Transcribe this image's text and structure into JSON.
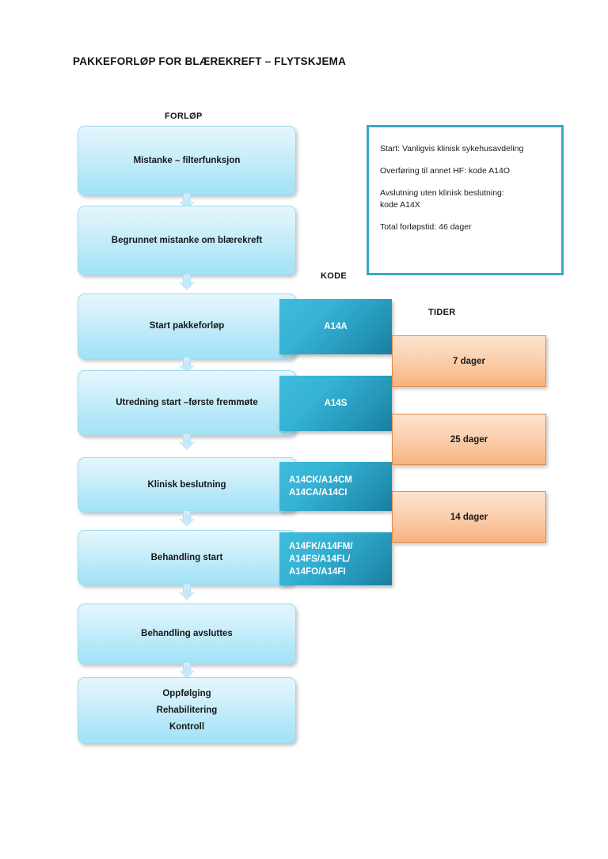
{
  "document": {
    "title": "PAKKEFORLØP FOR BLÆREKREFT – FLYTSKJEMA"
  },
  "columns": {
    "forlop_header": "FORLØP",
    "kode_header": "KODE",
    "tider_header": "TIDER"
  },
  "flow_steps": [
    {
      "label": "Mistanke – filterfunksjon"
    },
    {
      "label": "Begrunnet mistanke om blærekreft"
    },
    {
      "label": "Start pakkeforløp"
    },
    {
      "label": "Utredning start –første fremmøte"
    },
    {
      "label": "Klinisk beslutning"
    },
    {
      "label": "Behandling start"
    },
    {
      "label": "Behandling avsluttes"
    },
    {
      "label_line1": "Oppfølging",
      "label_line2": "Rehabilitering",
      "label_line3": "Kontroll"
    }
  ],
  "codes": [
    {
      "line1": "A14A"
    },
    {
      "line1": "A14S"
    },
    {
      "line1": "A14CK/A14CM",
      "line2": "A14CA/A14CI"
    },
    {
      "line1": "A14FK/A14FM/",
      "line2": "A14FS/A14FL/",
      "line3": "A14FO/A14FI"
    }
  ],
  "times": [
    {
      "label": "7 dager"
    },
    {
      "label": "25 dager"
    },
    {
      "label": "14 dager"
    }
  ],
  "info_box": {
    "line1": "Start: Vanligvis klinisk sykehusavdeling",
    "line2": "Overføring til annet HF: kode A14O",
    "line3a": "Avslutning uten klinisk beslutning:",
    "line3b": "kode A14X",
    "line4": "Total forløpstid: 46 dager"
  },
  "colors": {
    "flow_box_top": "#e3f6fd",
    "flow_box_bottom": "#a3e2f7",
    "code_box_light": "#3fbcdd",
    "code_box_dark": "#1b7d9c",
    "time_box_top": "#fce2cd",
    "time_box_bottom": "#f8b27c",
    "info_border": "#3aa9c6"
  }
}
